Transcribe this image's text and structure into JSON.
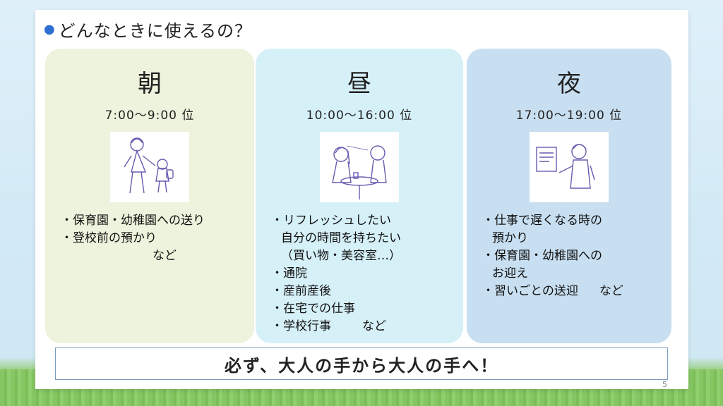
{
  "title": "どんなときに使えるの？",
  "columns": [
    {
      "heading": "朝",
      "time": "7:00～9:00 位",
      "illustration": "mother-and-child-walking",
      "items": [
        "・保育園・幼稚園への送り",
        "・登校前の預かり"
      ],
      "nado": "など"
    },
    {
      "heading": "昼",
      "time": "10:00～16:00 位",
      "illustration": "two-women-cafe-refresh",
      "lines": [
        "・リフレッシュしたい",
        "自分の時間を持ちたい",
        "（買い物・美容室…）",
        "・通院",
        "・産前産後",
        "・在宅での仕事",
        "・学校行事"
      ],
      "nado": "など"
    },
    {
      "heading": "夜",
      "time": "17:00～19:00 位",
      "illustration": "woman-presenting-work",
      "lines": [
        "・仕事で遅くなる時の",
        "預かり",
        "・保育園・幼稚園への",
        "お迎え",
        "・習いごとの送迎"
      ],
      "nado": "など"
    }
  ],
  "footer_message": "必ず、大人の手から大人の手へ！",
  "page_number": "5"
}
